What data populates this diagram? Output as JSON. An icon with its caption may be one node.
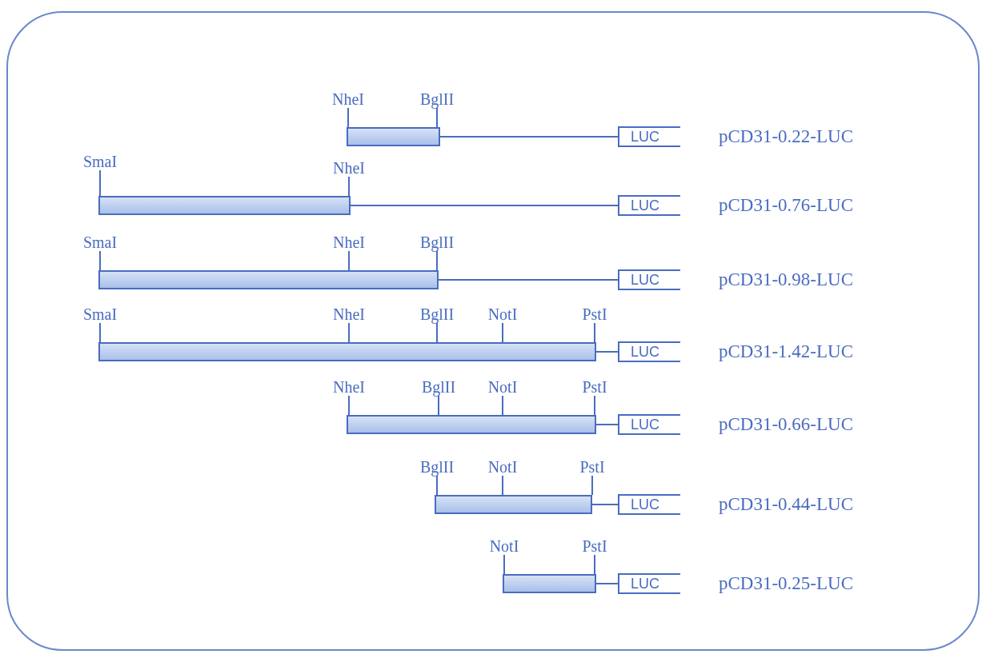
{
  "diagram": {
    "nodes": [
      {
        "text": [
          "NheI"
        ]
      },
      {
        "text": [
          "BglII"
        ]
      },
      {
        "text": [],
        "shape": "bar"
      },
      {
        "text": [
          "LUC"
        ]
      },
      {
        "text": [
          "SmaI"
        ]
      },
      {
        "text": [
          "NheI"
        ]
      },
      {
        "text": [],
        "shape": "bar"
      },
      {
        "text": [
          "LUC"
        ]
      },
      {
        "text": [
          "SmaI"
        ]
      },
      {
        "text": [
          "NheI"
        ]
      },
      {
        "text": [
          "BglII"
        ]
      },
      {
        "text": [],
        "shape": "bar"
      },
      {
        "text": [
          "LUC"
        ]
      },
      {
        "text": [
          "SmaI"
        ]
      },
      {
        "text": [
          "NheI"
        ]
      },
      {
        "text": [
          "BglII"
        ]
      },
      {
        "text": [
          "NotI"
        ]
      },
      {
        "text": [
          "PstI"
        ]
      },
      {
        "text": [],
        "shape": "bar"
      },
      {
        "text": [
          "LUC"
        ]
      },
      {
        "text": [
          "NheI"
        ]
      },
      {
        "text": [
          "BglII"
        ]
      },
      {
        "text": [
          "NotI"
        ]
      },
      {
        "text": [
          "PstI"
        ]
      },
      {
        "text": [],
        "shape": "bar"
      },
      {
        "text": [
          "LUC"
        ]
      },
      {
        "text": [
          "BglII"
        ]
      },
      {
        "text": [
          "NotI"
        ]
      },
      {
        "text": [
          "PstI"
        ]
      },
      {
        "text": [],
        "shape": "bar"
      },
      {
        "text": [
          "LUC"
        ]
      },
      {
        "text": [
          "NotI"
        ]
      },
      {
        "text": [
          "PstI"
        ]
      },
      {
        "text": [],
        "shape": "bar"
      },
      {
        "text": [
          "LUC"
        ]
      }
    ],
    "edges": [
      {
        "from": 0,
        "to": 2,
        "arrow": "none"
      },
      {
        "from": 1,
        "to": 2,
        "arrow": "none"
      },
      {
        "from": 2,
        "to": 3,
        "arrow": "none"
      },
      {
        "from": 4,
        "to": 6,
        "arrow": "none"
      },
      {
        "from": 5,
        "to": 6,
        "arrow": "none"
      },
      {
        "from": 6,
        "to": 7,
        "arrow": "none"
      },
      {
        "from": 8,
        "to": 11,
        "arrow": "none"
      },
      {
        "from": 9,
        "to": 11,
        "arrow": "none"
      },
      {
        "from": 10,
        "to": 11,
        "arrow": "none"
      },
      {
        "from": 11,
        "to": 12,
        "arrow": "none"
      },
      {
        "from": 13,
        "to": 18,
        "arrow": "none"
      },
      {
        "from": 14,
        "to": 18,
        "arrow": "none"
      },
      {
        "from": 15,
        "to": 18,
        "arrow": "none"
      },
      {
        "from": 16,
        "to": 18,
        "arrow": "none"
      },
      {
        "from": 17,
        "to": 18,
        "arrow": "none"
      },
      {
        "from": 18,
        "to": 19,
        "arrow": "none"
      },
      {
        "from": 20,
        "to": 24,
        "arrow": "none"
      },
      {
        "from": 21,
        "to": 24,
        "arrow": "none"
      },
      {
        "from": 22,
        "to": 24,
        "arrow": "none"
      },
      {
        "from": 23,
        "to": 24,
        "arrow": "none"
      },
      {
        "from": 24,
        "to": 25,
        "arrow": "none"
      },
      {
        "from": 26,
        "to": 29,
        "arrow": "none"
      },
      {
        "from": 27,
        "to": 29,
        "arrow": "none"
      },
      {
        "from": 28,
        "to": 29,
        "arrow": "none"
      },
      {
        "from": 29,
        "to": 30,
        "arrow": "none"
      },
      {
        "from": 31,
        "to": 33,
        "arrow": "none"
      },
      {
        "from": 32,
        "to": 33,
        "arrow": "none"
      },
      {
        "from": 33,
        "to": 34,
        "arrow": "none"
      }
    ],
    "labels": [
      "pCD31-0.22-LUC",
      "pCD31-0.76-LUC",
      "pCD31-0.98-LUC",
      "pCD31-1.42-LUC",
      "pCD31-0.66-LUC",
      "pCD31-0.44-LUC",
      "pCD31-0.25-LUC"
    ]
  }
}
